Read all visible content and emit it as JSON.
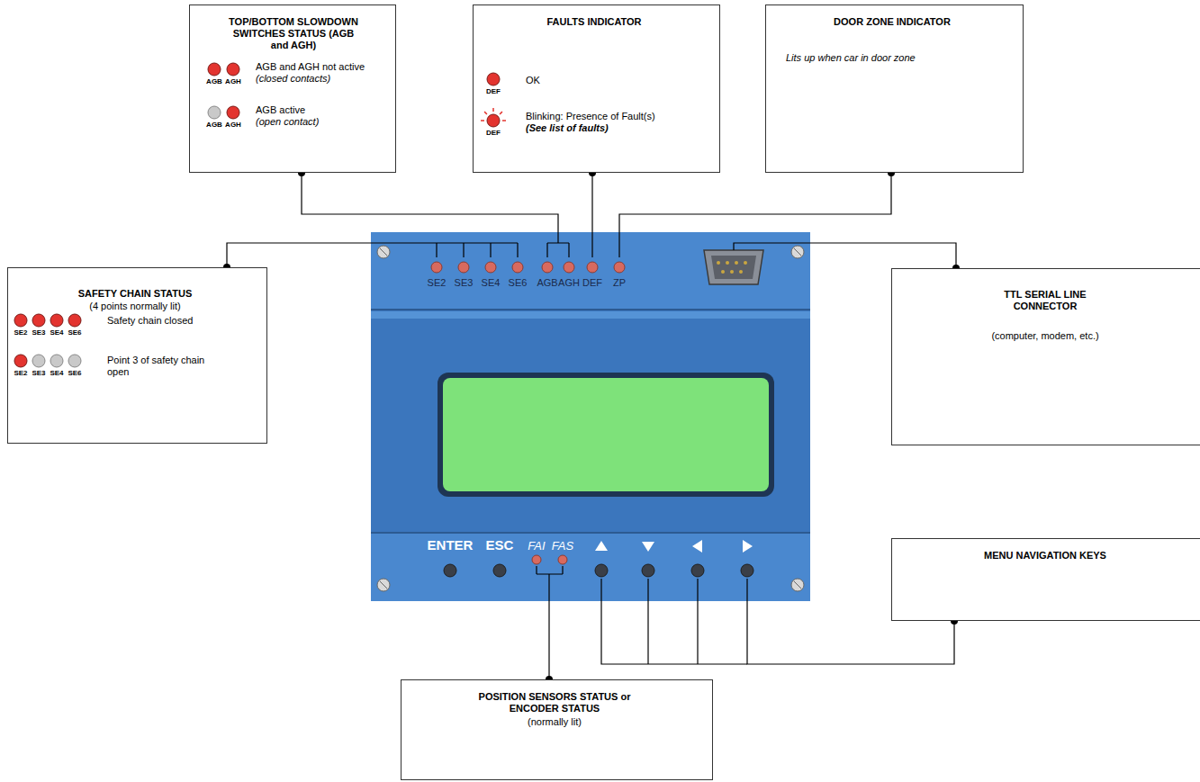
{
  "diagram": {
    "nodes": [
      {
        "text": [
          "TOP/BOTTOM SLOWDOWN SWITCHES STATUS (AGB and AGH)",
          "AGB",
          "AGH",
          "AGB and AGH not active",
          "(closed contacts)",
          "AGB",
          "AGH",
          "AGB active",
          "(open contact)"
        ]
      },
      {
        "text": [
          "FAULTS INDICATOR",
          "DEF",
          "OK",
          "DEF",
          "Blinking: Presence of Fault(s)",
          "(See list of faults)"
        ]
      },
      {
        "text": [
          "DOOR ZONE INDICATOR",
          "Lits up when car in door zone"
        ]
      },
      {
        "text": [
          "SAFETY CHAIN STATUS",
          "(4 points normally lit)",
          "SE2",
          "SE3",
          "SE4",
          "SE6",
          "Safety chain closed",
          "SE2",
          "SE3",
          "SE4",
          "SE6",
          "Point 3 of safety chain open"
        ]
      },
      {
        "text": [
          "SE2",
          "SE3",
          "SE4",
          "SE6",
          "AGB",
          "AGH",
          "DEF",
          "ZP",
          "ENTER",
          "ESC",
          "FAI",
          "FAS"
        ]
      },
      {
        "text": [
          "TTL SERIAL LINE CONNECTOR",
          "(computer, modem, etc.)"
        ]
      },
      {
        "text": [
          "MENU NAVIGATION KEYS"
        ]
      },
      {
        "text": [
          "POSITION SENSORS STATUS or ENCODER STATUS",
          "(normally lit)"
        ]
      }
    ],
    "edges": [
      {
        "from": 0,
        "to": 4,
        "arrow": "none"
      },
      {
        "from": 1,
        "to": 4,
        "arrow": "none"
      },
      {
        "from": 2,
        "to": 4,
        "arrow": "none"
      },
      {
        "from": 3,
        "to": 4,
        "arrow": "none"
      },
      {
        "from": 5,
        "to": 4,
        "arrow": "none"
      },
      {
        "from": 6,
        "to": 4,
        "arrow": "none"
      },
      {
        "from": 7,
        "to": 4,
        "arrow": "none"
      }
    ]
  }
}
